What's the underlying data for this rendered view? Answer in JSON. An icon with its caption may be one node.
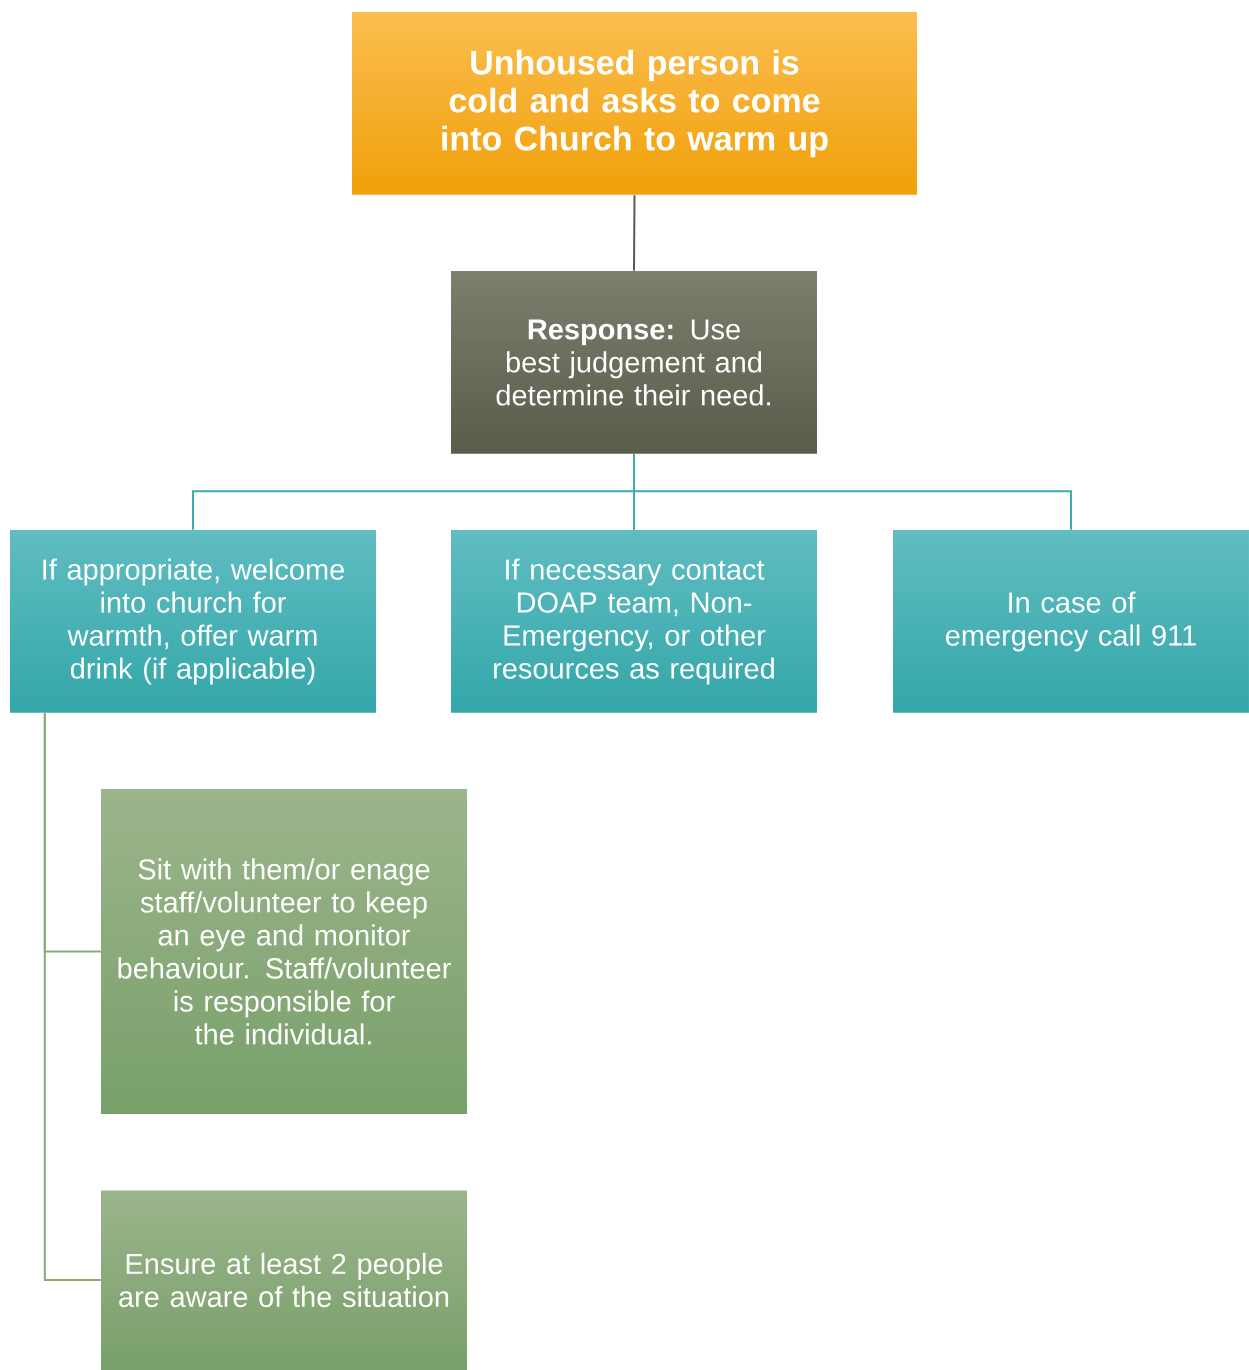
{
  "diagram": {
    "nodes": [
      {
        "text": [
          "Unhoused person is cold and asks to come into Church to warm up"
        ]
      },
      {
        "text": [
          "**Response:** Use best judgement and determine their need."
        ]
      },
      {
        "text": [
          "If appropriate, welcome into church for warmth, offer warm drink (if applicable)"
        ]
      },
      {
        "text": [
          "If necessary contact DOAP team, Non-Emergency, or other resources as required"
        ]
      },
      {
        "text": [
          "In case of emergency call 911"
        ]
      },
      {
        "text": [
          "Sit with them/or enage staff/volunteer to keep an eye and monitor behaviour. Staff/volunteer is responsible for the individual."
        ]
      },
      {
        "text": [
          "Ensure at least 2 people are aware of the situation"
        ]
      }
    ],
    "edges": [
      {
        "from": 0,
        "to": 1,
        "arrow": "none",
        "color": "#595959"
      },
      {
        "from": 1,
        "to": 2,
        "arrow": "none",
        "color": "#3aacb0"
      },
      {
        "from": 1,
        "to": 3,
        "arrow": "none",
        "color": "#3aacb0"
      },
      {
        "from": 1,
        "to": 4,
        "arrow": "none",
        "color": "#3aacb0"
      },
      {
        "from": 2,
        "to": 5,
        "arrow": "none",
        "color": "#8aab74"
      },
      {
        "from": 2,
        "to": 6,
        "arrow": "none",
        "color": "#8aab74"
      }
    ]
  }
}
